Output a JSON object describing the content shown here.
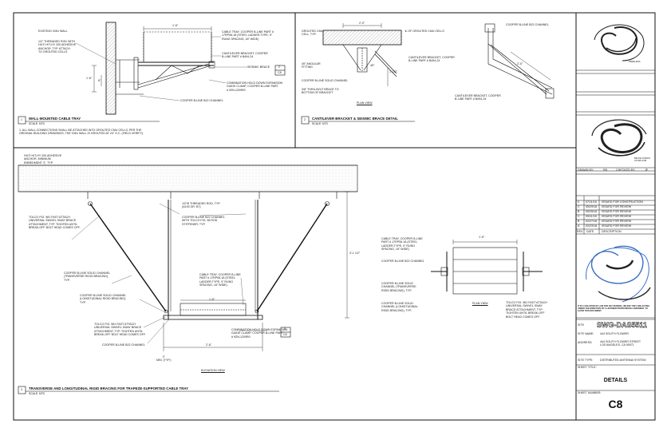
{
  "detail1": {
    "number": "1",
    "title": "WALL-MOUNTED CABLE TRAY",
    "scale": "SCALE: NTS",
    "note": "1.   ALL WALL CONNECTIONS SHALL BE ATTACHED INTO GROUTED CMU CELLS, PER THE\n      ORIGINAL BUILDING DRAWINGS, THE CMU WALL IS GROUTED AT 24\" O.C. (FIELD VERIFY).",
    "labels": {
      "existing_wall": "EXISTING CMU WALL",
      "rod": "1/2\" THREADED ROD WITH\nHILTI HIT-HY 200 ADHESIVE\nANCHOR, TYP. ATTACH\nTO GROUTED CELLS",
      "tray": "CABLE TRAY, COOPER B-LINE PART #\n17RP06-18 (STEEL LADDER-TYPE, 9\"\nRUNG SPACING, 18\" WIDE)",
      "cantilever": "CANTILEVER BRACKET, COOPER\nB-LINE PART # B494-24",
      "seismic": "SEISMIC BRACE",
      "clamp": "COMBINATION HOLD DOWN EXPANSION\nGUIDE CLAMP, COOPER B-LINE PART\n# 9ZN-1209R0",
      "channel": "COOPER B-LINE B22 CHANNEL",
      "dim_top": "1'-6\"",
      "dim_left": "1'-6\"",
      "dim_left2": "6\"",
      "ref_num": "2",
      "ref_sheet": "C8"
    }
  },
  "detail2": {
    "number": "2",
    "title": "CANTILEVER BRACKET & SEISMIC BRACE DETAIL",
    "scale": "SCALE: NTS",
    "labels": {
      "grouted": "GROUTED CMU\nCELL, TYP.",
      "fitting": "45° ANGULAR\nFITTING",
      "channel": "COOPER B-LINE SOLID CHANNEL",
      "bolt": "3/8\" THRU-BOLT BRACE TO\nBOTTOM OF BRACKET",
      "plan_view": "PLAN VIEW",
      "dim_top": "2'-0\"",
      "dim_side": "1'-1/2\"",
      "angle": "45°",
      "cl": "℄ OF GROUTED CMU CELLS",
      "cantilever_mid": "CANTILEVER BRACKET, COOPER\nB-LINE PART # B494-24",
      "b22": "COOPER B-LINE B22 CHANNEL",
      "cantilever_right": "CANTILEVER BRACKET, COOPER\nB-LINE PART # B494-24",
      "dim_diag": "2'-0\""
    }
  },
  "detail3": {
    "number": "3",
    "title": "TRANSVERSE AND LONGITUDINAL RIGID BRACING FOR TRAPEZE-SUPPORTED CABLE TRAY",
    "scale": "SCALE: NTS",
    "labels": {
      "anchor": "HILTI HIT-HY 200 ADHESIVE\nANCHOR, MINIMUM\nEMBEDMENT 3\", TYP.",
      "tolco_left": "TOLCO FIG. 981 FAST ATTACH\nUNIVERSAL SWIVEL SWAY BRACE\nATTACHMENT, TYP. TIGHTEN UNTIL\nBREAK-OFF BOLT HEAD COMES OFF.",
      "rod": "1/2\"Ø THREADED ROD, TYP.\n(A193 GR. B7)",
      "b22_stiff": "COOPER B-LINE B22 CHANNEL\nWITH TOLCO FIG. 98 ROD\nSTIFFENER, TYP.",
      "transverse": "COOPER B-LINE SOLID CHANNEL\n(TRANSVERSE RIGID BRACING),\nTYP.",
      "longitudinal": "COOPER B-LINE SOLID CHANNEL\n(LONGITUDINAL RIGID BRACING),\nTYP.",
      "tray": "CABLE TRAY, COOPER B-LINE\nPART # 17RP06-18 (STEEL\nLADDER-TYPE, 9\" RUNG\nSPACING, 18\" WIDE)",
      "tolco_bottom": "TOLCO FIG. 981 FAST ATTACH\nUNIVERSAL SWIVEL SWAY BRACE\nATTACHMENT, TYP. TIGHTEN UNTIL\nBREAK-OFF BOLT HEAD COMES OFF.",
      "b22": "COOPER B-LINE B22 CHANNEL",
      "clamp": "COMBINATION HOLD DOWN EXPANSION\nGUIDE CLAMP, COOPER B-LINE PART\n# 9ZN-1209R0",
      "min": "2\"\nMIN. (TYP.)",
      "dim_inner": "1'-6\"",
      "dim_outer": "2'-6\"",
      "dim_height": "3'-1 1/2\"",
      "elevation": "ELEVATION VIEW",
      "ref_num": "2",
      "ref_sheet": "C8",
      "plan_tray": "CABLE TRAY, COOPER B-LINE\nPART # 17RP06-18 (STEEL\nLADDER-TYPE, 9\" RUNG\nSPACING, 18\" WIDE)",
      "plan_b22": "COOPER B-LINE B22 CHANNEL",
      "plan_trans": "COOPER B-LINE SOLID\nCHANNEL (TRANSVERSE\nRIGID BRACING), TYP.",
      "plan_long": "COOPER B-LINE SOLID\nCHANNEL (LONGITUDINAL\nRIGID BRACING), TYP.",
      "plan_dim": "1'-6\"",
      "plan_view": "PLAN VIEW",
      "plan_tolco": "TOLCO FIG. 981 FAST ATTACH\nUNIVERSAL SWIVEL SWAY\nBRACE ATTACHMENT, TYP.\nTIGHTEN UNTIL BREAK-OFF\nBOLT HEAD COMES OFF."
    }
  },
  "title_block": {
    "drawn_by": "DRAWN BY:",
    "drawn_val": "RB",
    "checked_by": "CHECKED BY:",
    "checked_val": "JE",
    "revisions": [
      {
        "rev": "0",
        "date": "07/11/18",
        "desc": "ISSUED FOR CONSTRUCTION"
      },
      {
        "rev": "C",
        "date": "05/29/18",
        "desc": "ISSUED FOR REVIEW"
      },
      {
        "rev": "B",
        "date": "05/25/18",
        "desc": "ISSUED FOR REVIEW"
      },
      {
        "rev": "C",
        "date": "05/11/18",
        "desc": "ISSUED FOR REVIEW"
      },
      {
        "rev": "B",
        "date": "02/27/18",
        "desc": "ISSUED FOR REVIEW"
      },
      {
        "rev": "A",
        "date": "02/23/18",
        "desc": "ISSUED FOR REVIEW"
      }
    ],
    "rev_header": "REV.",
    "date_header": "DATE",
    "desc_header": "DESCRIPTION",
    "logo1_text": "WIRELESS",
    "logo2_text": "BRUCE FODDIN\nXP 065-3748",
    "disclaimer": "IT IS A VIOLATION OF LAW FOR ANY PERSON, UNLESS THEY ARE ACTING UNDER THE DIRECTION OF A LICENSED PROFESSIONAL ENGINEER, TO ALTER THIS DOCUMENT.",
    "site_label": "SITE",
    "site_value": "SWG-DAS5511",
    "site_name_label": "SITE NAME:",
    "site_name_value": "444 SOUTH FLOWER",
    "address_label": "ADDRESS:",
    "address_value": "444 SOUTH FLOWER STREET\nLOS ANGELES, CA 90071",
    "site_type_label": "SITE TYPE:",
    "site_type_value": "DISTRIBUTED ANTENNA SYSTEM",
    "sheet_title_label": "SHEET TITLE:",
    "sheet_title_value": "DETAILS",
    "sheet_number_label": "SHEET NUMBER:",
    "sheet_number_value": "C8"
  },
  "colors": {
    "line": "#1a1a1a",
    "hatch": "#888888",
    "accent": "#3b6fc4"
  }
}
